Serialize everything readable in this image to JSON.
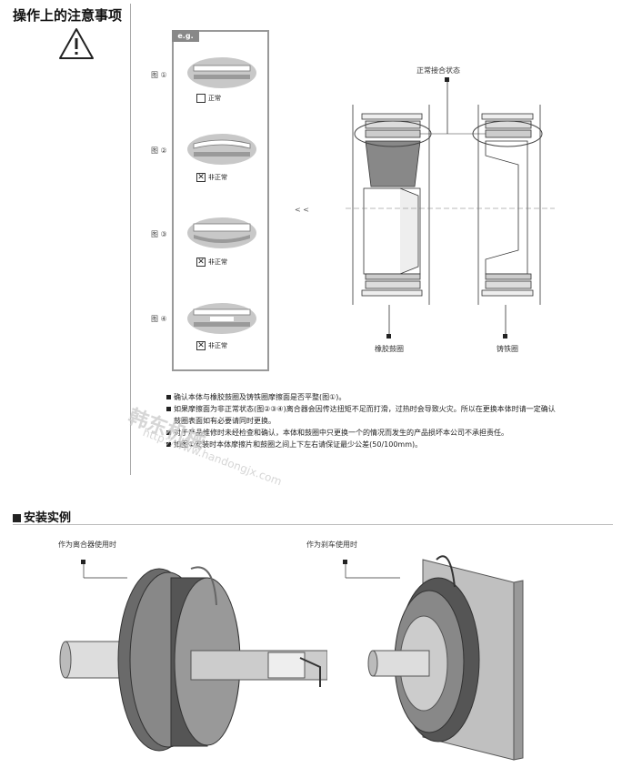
{
  "header": {
    "title": "操作上的注意事项"
  },
  "panel": {
    "badge": "e.g.",
    "figures": [
      {
        "label": "图 ①",
        "status": "正常",
        "mark": ""
      },
      {
        "label": "图 ②",
        "status": "非正常",
        "mark": "✕"
      },
      {
        "label": "图 ③",
        "status": "非正常",
        "mark": "✕"
      },
      {
        "label": "图 ④",
        "status": "非正常",
        "mark": "✕"
      }
    ]
  },
  "diagram": {
    "arrows": "< <",
    "top_label": "正常接合状态",
    "left_label": "橡胶鼓圈",
    "right_label": "铸铁圈"
  },
  "notes": [
    "确认本体与橡胶鼓圈及铸铁圈摩擦面是否平整(图①)。",
    "如果摩擦面为非正常状态(图②③④)离合器会因传达扭矩不足而打滑，过热时会导致火灾。所以在更换本体时请一定确认",
    "鼓圈表面如有必要请同时更换。",
    "对于产品维修时未经检查和确认，本体和鼓圈中只更换一个的情况而发生的产品损坏本公司不承担责任。",
    "如图①安装时本体摩擦片和鼓圈之间上下左右请保证最少公差(50/100mm)。"
  ],
  "watermark": {
    "brand": "韩东机械",
    "url": "http://www.handongjx.com"
  },
  "install": {
    "title": "安装实例",
    "clutch_caption": "作为离合器使用时",
    "brake_caption": "作为刹车使用时"
  }
}
